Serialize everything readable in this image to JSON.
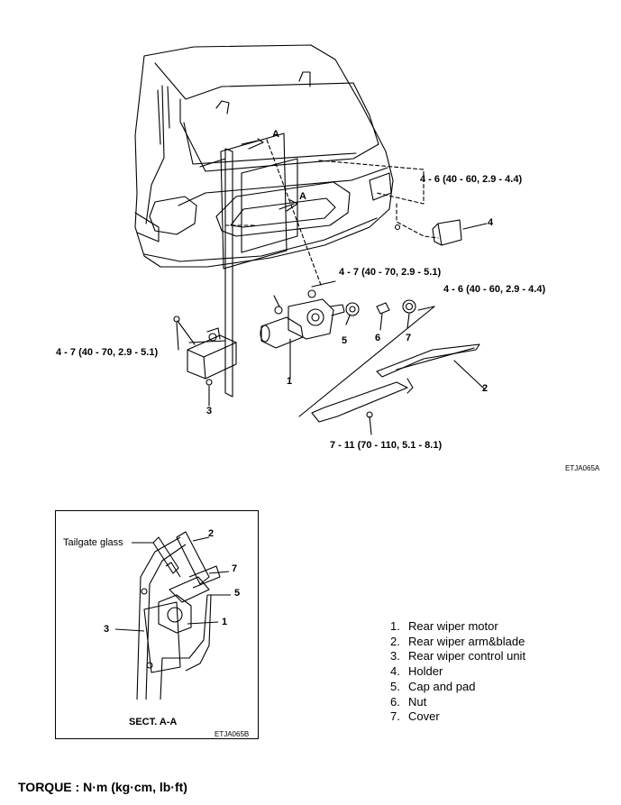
{
  "main_diagram": {
    "callouts": {
      "torque_holder": "4 - 6 (40 - 60, 2.9 - 4.4)",
      "torque_motor": "4 - 7 (40 - 70, 2.9 - 5.1)",
      "torque_cover": "4 - 6 (40 - 60, 2.9 - 4.4)",
      "torque_control_unit": "4 - 7 (40 - 70, 2.9 - 5.1)",
      "torque_arm_nut": "7 - 11 (70 - 110, 5.1 - 8.1)",
      "section_mark_top": "A",
      "section_mark_bottom": "A",
      "part_1": "1",
      "part_2": "2",
      "part_3": "3",
      "part_4": "4",
      "part_5": "5",
      "part_6": "6",
      "part_7": "7"
    },
    "figure_code": "ETJA065A"
  },
  "section_view": {
    "title": "SECT. A-A",
    "tailgate_label": "Tailgate glass",
    "part_1": "1",
    "part_2": "2",
    "part_3": "3",
    "part_5": "5",
    "part_7": "7",
    "figure_code": "ETJA065B"
  },
  "legend": [
    {
      "num": "1.",
      "text": "Rear wiper motor"
    },
    {
      "num": "2.",
      "text": "Rear wiper arm&blade"
    },
    {
      "num": "3.",
      "text": "Rear wiper control unit"
    },
    {
      "num": "4.",
      "text": "Holder"
    },
    {
      "num": "5.",
      "text": "Cap and pad"
    },
    {
      "num": "6.",
      "text": "Nut"
    },
    {
      "num": "7.",
      "text": "Cover"
    }
  ],
  "footer": {
    "torque_units": "TORQUE : N·m (kg·cm, lb·ft)"
  }
}
